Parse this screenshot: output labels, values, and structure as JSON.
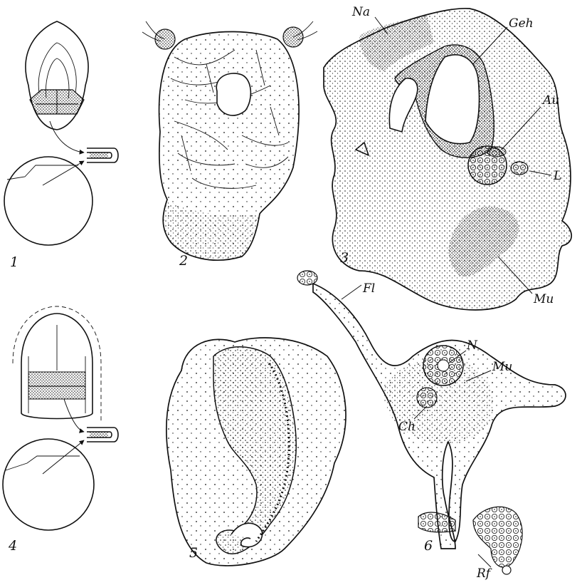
{
  "figure": {
    "panel_numbers": [
      "1",
      "2",
      "3",
      "4",
      "5",
      "6"
    ],
    "labels": {
      "na": "Na",
      "geh": "Geh",
      "au": "Au",
      "l": "L",
      "mu3": "Mu",
      "fl": "Fl",
      "n": "N",
      "mu6": "Mu",
      "ch": "Ch",
      "rf": "Rf"
    }
  }
}
